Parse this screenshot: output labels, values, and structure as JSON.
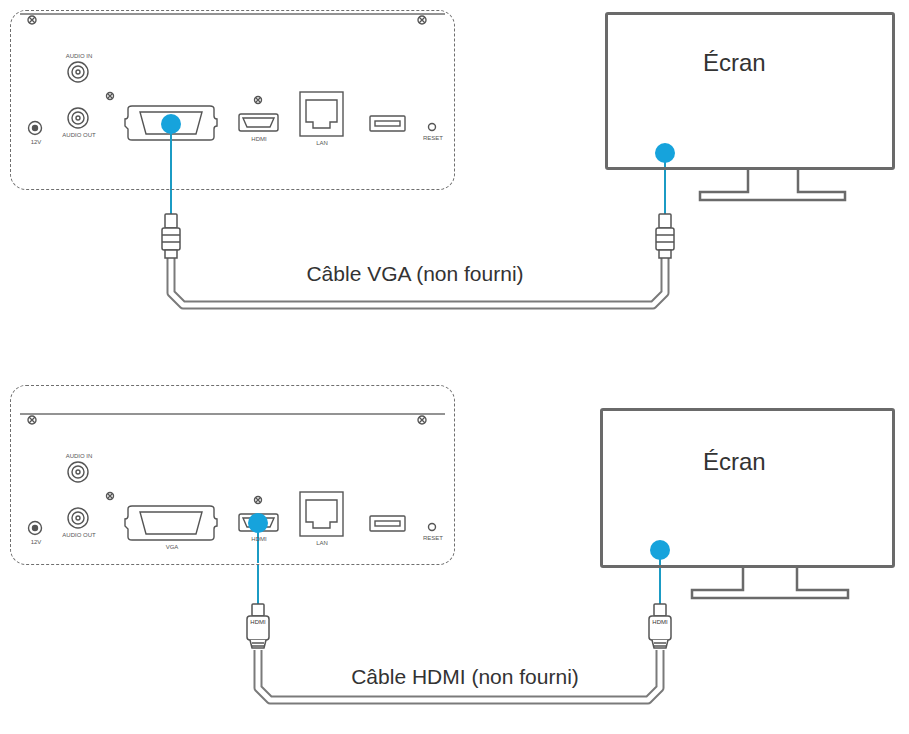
{
  "diagram": {
    "nodes": [
      {
        "text": [
          "AUDIO IN",
          "AUDIO OUT",
          "12V",
          "HDMI",
          "LAN",
          "RESET"
        ]
      },
      {
        "text": [
          "Écran"
        ]
      },
      {
        "text": [
          "AUDIO IN",
          "AUDIO OUT",
          "12V",
          "VGA",
          "HDMI",
          "LAN",
          "RESET"
        ]
      },
      {
        "text": [
          "Écran"
        ]
      }
    ],
    "edges": [
      {
        "from": 0,
        "to": 1,
        "arrow": "none",
        "label": "Câble VGA (non fourni)"
      },
      {
        "from": 2,
        "to": 3,
        "arrow": "none",
        "label": "Câble HDMI (non fourni)"
      }
    ],
    "labels": [
      "HDMI",
      "HDMI"
    ]
  }
}
